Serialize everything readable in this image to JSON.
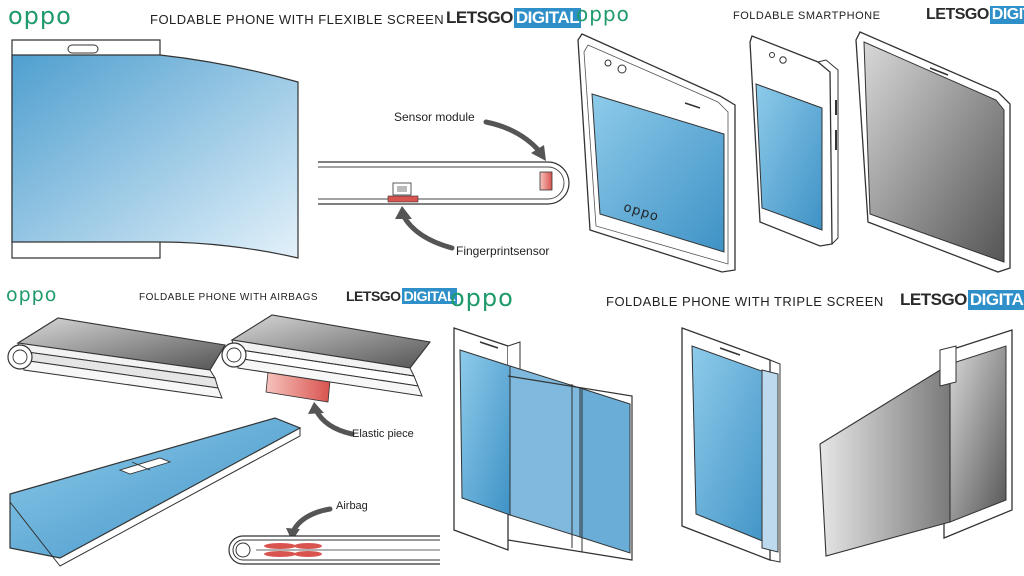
{
  "panels": {
    "flexible": {
      "brand": "oppo",
      "title": "FOLDABLE PHONE WITH FLEXIBLE SCREEN",
      "badge": {
        "dark": "LETSGO",
        "highlight": "DIGITAL"
      },
      "callouts": {
        "sensor": "Sensor module",
        "fingerprint": "Fingerprintsensor"
      }
    },
    "smartphone": {
      "brand": "oppo",
      "title": "FOLDABLE SMARTPHONE",
      "badge": {
        "dark": "LETSGO",
        "highlight": "DIGITAL"
      },
      "screen_brand": "oppo"
    },
    "airbags": {
      "brand": "oppo",
      "title": "FOLDABLE PHONE WITH AIRBAGS",
      "badge": {
        "dark": "LETSGO",
        "highlight": "DIGITAL"
      },
      "callouts": {
        "elastic": "Elastic piece",
        "airbag": "Airbag"
      }
    },
    "triple": {
      "brand": "oppo",
      "title": "FOLDABLE PHONE WITH TRIPLE SCREEN",
      "badge": {
        "dark": "LETSGO",
        "highlight": "DIGITAL"
      }
    }
  },
  "colors": {
    "brand_green": "#1f9a6a",
    "badge_blue": "#2f8fc8",
    "screen_blue": "#5aa9d6",
    "screen_grey": "#8a8a8a",
    "highlight_red": "#d9534f",
    "outline": "#333333"
  }
}
